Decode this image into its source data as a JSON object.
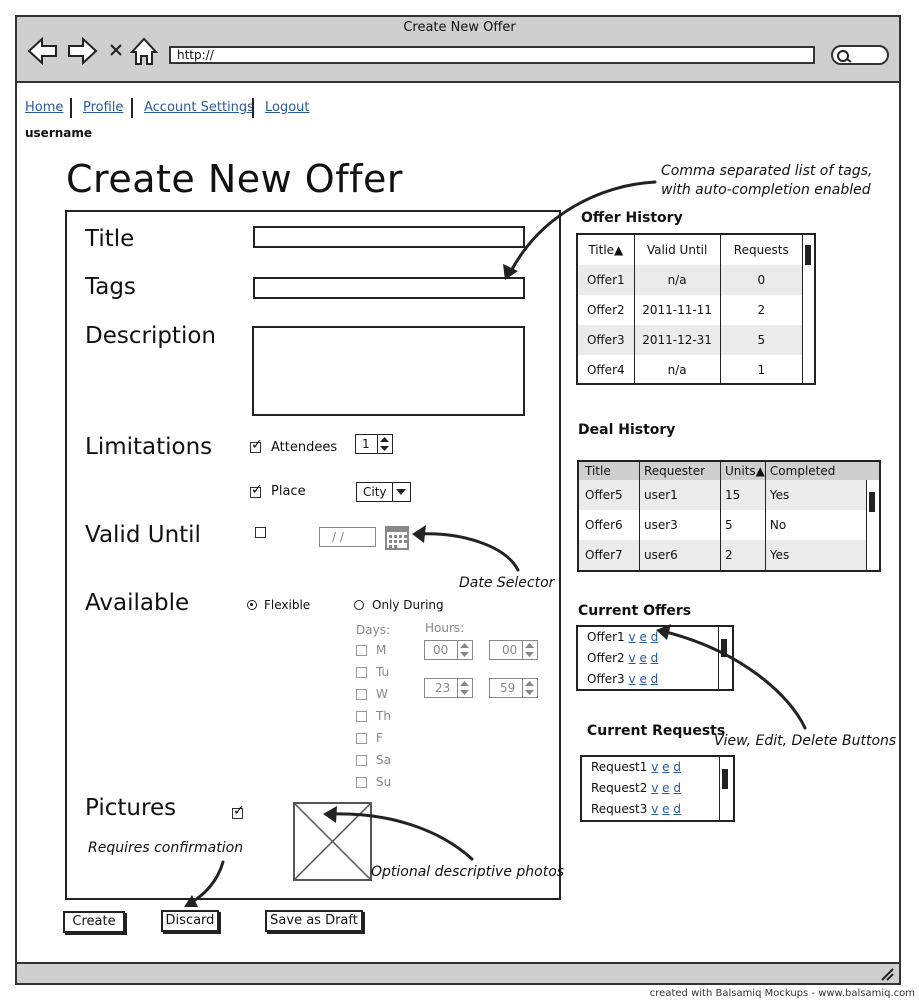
{
  "window": {
    "title": "Create New Offer",
    "url": "http://"
  },
  "nav": {
    "home": "Home",
    "profile": "Profile",
    "account_settings": "Account Settings",
    "logout": "Logout",
    "username": "username"
  },
  "page_title": "Create New Offer",
  "form": {
    "title_label": "Title",
    "tags_label": "Tags",
    "description_label": "Description",
    "limitations_label": "Limitations",
    "attendees_label": "Attendees",
    "attendees_value": "1",
    "place_label": "Place",
    "place_value": "City",
    "valid_until_label": "Valid Until",
    "date_placeholder": "/ /",
    "available_label": "Available",
    "flexible_label": "Flexible",
    "only_during_label": "Only During",
    "days_label": "Days:",
    "hours_label": "Hours:",
    "days": [
      "M",
      "Tu",
      "W",
      "Th",
      "F",
      "Sa",
      "Su"
    ],
    "hour_from": "00",
    "min_from": "00",
    "hour_to": "23",
    "min_to": "59",
    "pictures_label": "Pictures"
  },
  "buttons": {
    "create": "Create",
    "discard": "Discard",
    "save_draft": "Save as Draft"
  },
  "annotations": {
    "tags_note_1": "Comma separated list of tags,",
    "tags_note_2": "with auto-completion enabled",
    "date_selector": "Date Selector",
    "requires_confirmation": "Requires confirmation",
    "optional_photos": "Optional descriptive photos",
    "ved_buttons": "View, Edit, Delete Buttons"
  },
  "offer_history": {
    "heading": "Offer History",
    "columns": [
      "Title▲",
      "Valid Until",
      "Requests"
    ],
    "rows": [
      [
        "Offer1",
        "n/a",
        "0"
      ],
      [
        "Offer2",
        "2011-11-11",
        "2"
      ],
      [
        "Offer3",
        "2011-12-31",
        "5"
      ],
      [
        "Offer4",
        "n/a",
        "1"
      ]
    ]
  },
  "deal_history": {
    "heading": "Deal History",
    "columns": [
      "Title",
      "Requester",
      "Units▲",
      "Completed"
    ],
    "rows": [
      [
        "Offer5",
        "user1",
        "15",
        "Yes"
      ],
      [
        "Offer6",
        "user3",
        "5",
        "No"
      ],
      [
        "Offer7",
        "user6",
        "2",
        "Yes"
      ]
    ]
  },
  "current_offers": {
    "heading": "Current Offers",
    "items": [
      "Offer1",
      "Offer2",
      "Offer3"
    ]
  },
  "current_requests": {
    "heading": "Current Requests",
    "items": [
      "Request1",
      "Request2",
      "Request3"
    ]
  },
  "ved": {
    "v": "v",
    "e": "e",
    "d": "d"
  },
  "footer": {
    "credit": "created with Balsamiq Mockups - www.balsamiq.com"
  },
  "icons": [
    "back-arrow-icon",
    "forward-arrow-icon",
    "stop-x-icon",
    "home-icon",
    "search-icon",
    "calendar-icon",
    "resize-grip-icon"
  ]
}
